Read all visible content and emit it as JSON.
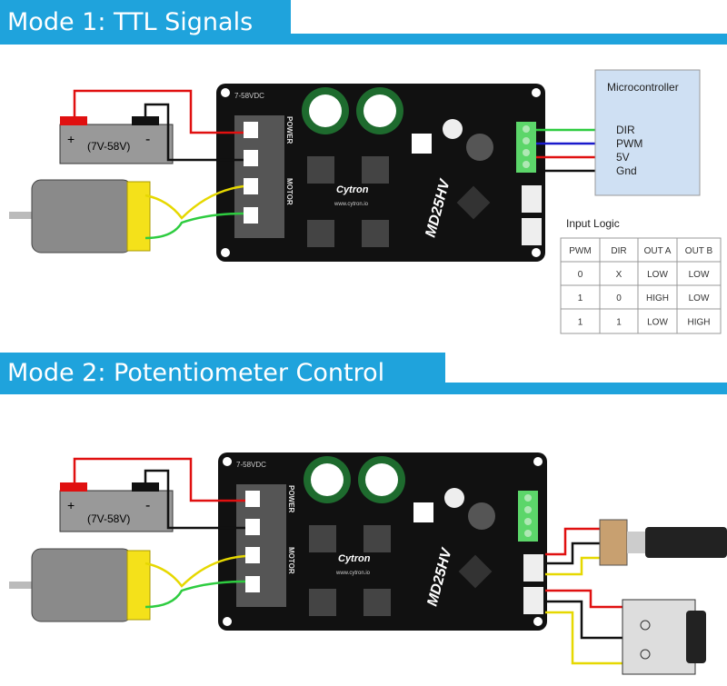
{
  "mode1": {
    "title": "Mode 1: TTL Signals",
    "battery_label": "(7V-58V)",
    "battery_plus": "+",
    "battery_minus": "-",
    "microcontroller": {
      "title": "Microcontroller",
      "pins": [
        "DIR",
        "PWM",
        "5V",
        "Gnd"
      ]
    },
    "input_logic": {
      "title": "Input Logic",
      "headers": [
        "PWM",
        "DIR",
        "OUT A",
        "OUT B"
      ],
      "rows": [
        [
          "0",
          "X",
          "LOW",
          "LOW"
        ],
        [
          "1",
          "0",
          "HIGH",
          "LOW"
        ],
        [
          "1",
          "1",
          "LOW",
          "HIGH"
        ]
      ]
    }
  },
  "mode2": {
    "title": "Mode 2: Potentiometer Control",
    "battery_label": "(7V-58V)",
    "battery_plus": "+",
    "battery_minus": "-"
  },
  "board": {
    "model": "MD25HV",
    "brand": "Cytron",
    "website": "www.cytron.io",
    "voltage": "7-58VDC",
    "power_label": "POWER",
    "motor_label": "MOTOR"
  },
  "colors": {
    "header_blue": "#1fa3dc",
    "wire_green": "#2ecc40",
    "wire_blue": "#1a1acc",
    "wire_red": "#e01010",
    "wire_yellow": "#f0e020",
    "mcu_fill": "#cfe0f3"
  }
}
